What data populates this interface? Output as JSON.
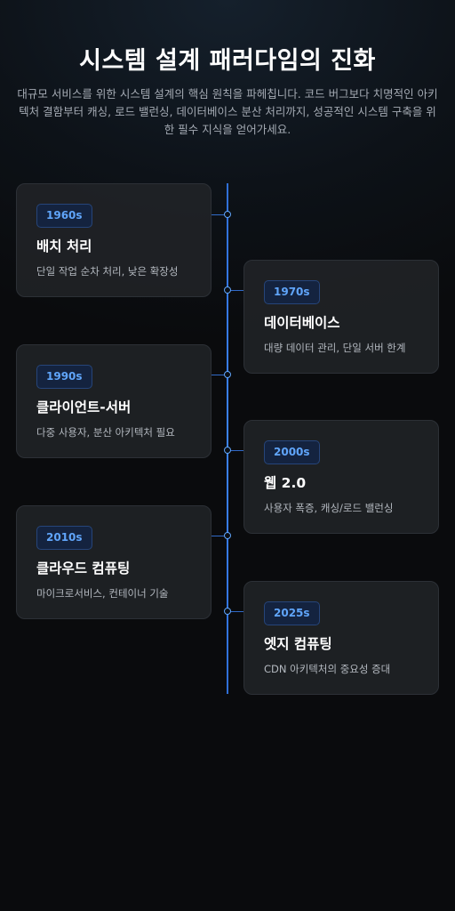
{
  "header": {
    "title": "시스템 설계 패러다임의 진화",
    "subtitle": "대규모 서비스를 위한 시스템 설계의 핵심 원칙을 파헤칩니다. 코드 버그보다 치명적인 아키텍처 결함부터 캐싱, 로드 밸런싱, 데이터베이스 분산 처리까지, 성공적인 시스템 구축을 위한 필수 지식을 얻어가세요."
  },
  "timeline": [
    {
      "year": "1960s",
      "title": "배치 처리",
      "desc": "단일 작업 순차 처리, 낮은 확장성"
    },
    {
      "year": "1970s",
      "title": "데이터베이스",
      "desc": "대량 데이터 관리, 단일 서버 한계"
    },
    {
      "year": "1990s",
      "title": "클라이언트-서버",
      "desc": "다중 사용자, 분산 아키텍처 필요"
    },
    {
      "year": "2000s",
      "title": "웹 2.0",
      "desc": "사용자 폭증, 캐싱/로드 밸런싱"
    },
    {
      "year": "2010s",
      "title": "클라우드 컴퓨팅",
      "desc": "마이크로서비스, 컨테이너 기술"
    },
    {
      "year": "2025s",
      "title": "엣지 컴퓨팅",
      "desc": "CDN 아키텍처의 중요성 증대"
    }
  ],
  "colors": {
    "accent": "#3b82f6",
    "badge_text": "#60a5fa"
  }
}
